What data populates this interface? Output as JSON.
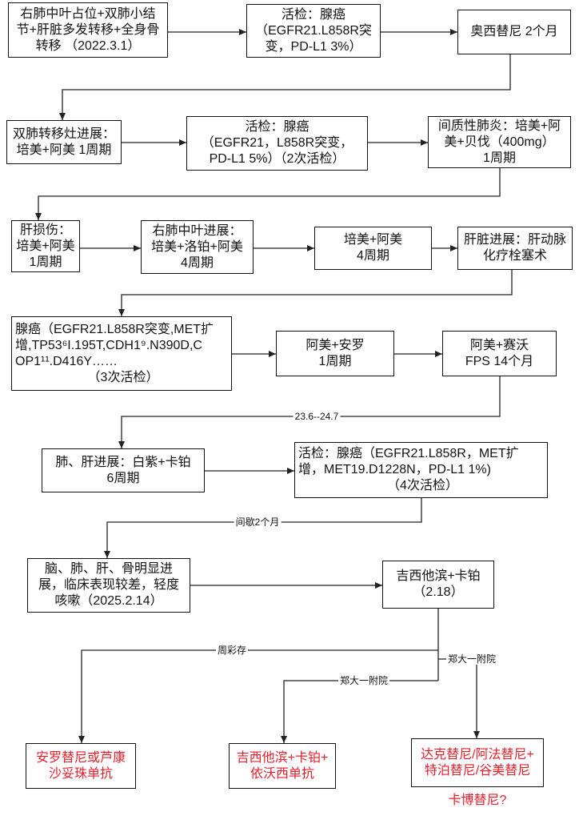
{
  "colors": {
    "text": "#111111",
    "line": "#222222",
    "recommendation": "#e5202b",
    "background": "#ffffff"
  },
  "nodes": {
    "initial_diagnosis": {
      "lines": [
        "右肺中叶占位+双肺小结",
        "节+肝脏多发转移+全身骨",
        "转移 （2022.3.1）"
      ]
    },
    "biopsy_1": {
      "lines": [
        "活检：腺癌",
        "（EGFR21.L858R突",
        "变，PD-L1 3%）"
      ]
    },
    "osimertinib": {
      "lines": [
        "奥西替尼 2个月"
      ]
    },
    "bilateral_progression": {
      "lines": [
        "双肺转移灶进展：",
        "培美+阿美 1周期"
      ]
    },
    "biopsy_2": {
      "lines": [
        "活检：腺癌",
        "（EGFR21，L858R突变，",
        "PD-L1 5%）（2次活检）"
      ]
    },
    "interstitial_pneumonia": {
      "lines": [
        "间质性肺炎：培美+阿",
        "美+贝伐（400mg）",
        "1周期"
      ]
    },
    "liver_injury": {
      "lines": [
        "肝损伤：",
        "培美+阿美",
        "1周期"
      ]
    },
    "right_middle_lobe_progression": {
      "lines": [
        "右肺中叶进展：",
        "培美+洛铂+阿美",
        "4周期"
      ]
    },
    "pemetrexed_amivantamab": {
      "lines": [
        "培美+阿美",
        "4周期"
      ]
    },
    "liver_progression": {
      "lines": [
        "肝脏进展：肝动脉",
        "化疗栓塞术"
      ]
    },
    "biopsy_3": {
      "lines": [
        "腺癌（EGFR21.L858R突变,MET扩",
        "增,TP53⁶I.195T,CDH1⁹.N390D,C",
        "OP1¹¹.D416Y……",
        "（3次活检）"
      ]
    },
    "amivantamab_anlotinib": {
      "lines": [
        "阿美+安罗",
        "1周期"
      ]
    },
    "amivantamab_savolitinib": {
      "lines": [
        "阿美+赛沃",
        "FPS 14个月"
      ]
    },
    "lung_liver_progression": {
      "lines": [
        "肺、肝进展：白紫+卡铂",
        "6周期"
      ]
    },
    "biopsy_4": {
      "lines": [
        "活检：腺癌（EGFR21.L858R，MET扩",
        "增，MET19.D1228N，PD-L1 1%)",
        "（4次活检）"
      ]
    },
    "multi_site_progression": {
      "lines": [
        "脑、肺、肝、骨明显进",
        "展，临床表现较差，轻度",
        "咳嗽（2025.2.14）"
      ]
    },
    "gemcitabine_carboplatin": {
      "lines": [
        "吉西他滨+卡铂",
        "（2.18）"
      ]
    },
    "option_a": {
      "lines": [
        "安罗替尼或芦康",
        "沙妥珠单抗"
      ]
    },
    "option_b": {
      "lines": [
        "吉西他滨+卡铂+",
        "依沃西单抗"
      ]
    },
    "option_c": {
      "lines": [
        "达克替尼/阿法替尼+",
        "特泊替尼/谷美替尼"
      ]
    },
    "option_d": {
      "lines": [
        "卡博替尼?"
      ]
    }
  },
  "edge_labels": {
    "interval": "23.6--24.7",
    "pause": "间歇2个月",
    "branch_a": "周彩存",
    "branch_b": "郑大一附院",
    "branch_c": "郑大一附院"
  }
}
